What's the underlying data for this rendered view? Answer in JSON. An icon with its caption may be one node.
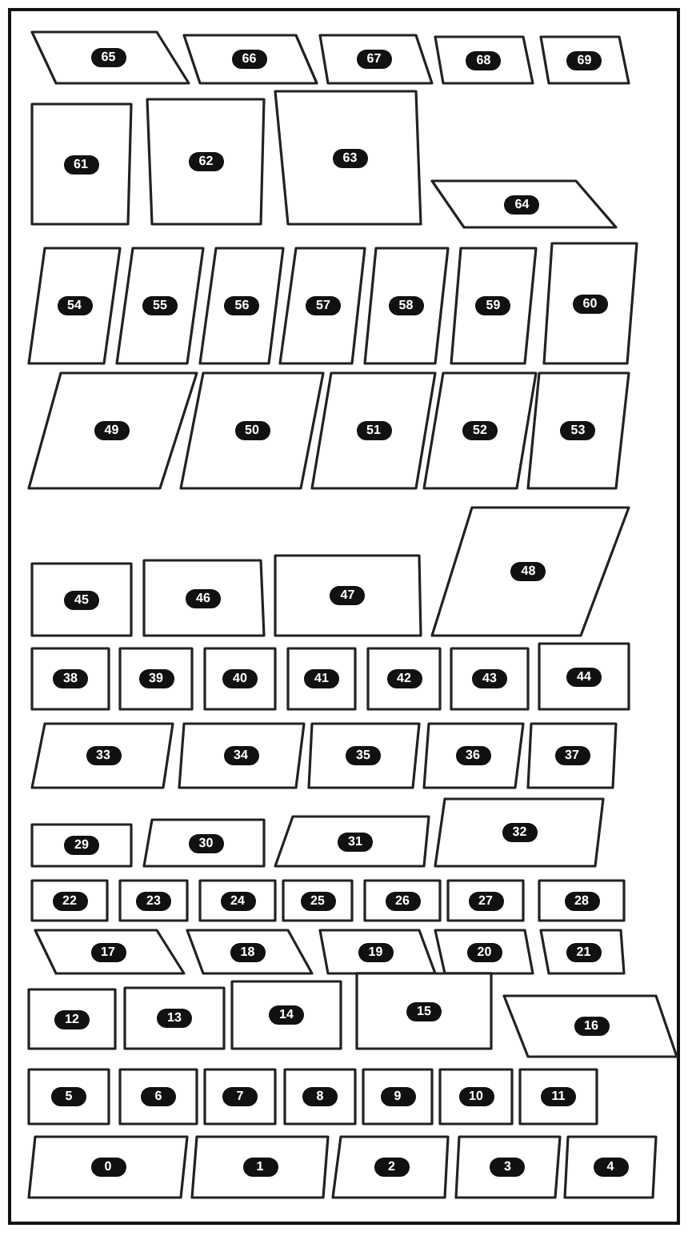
{
  "diagram": {
    "nodes": [
      {
        "text": [
          "65"
        ]
      },
      {
        "text": [
          "66"
        ]
      },
      {
        "text": [
          "67"
        ]
      },
      {
        "text": [
          "68"
        ]
      },
      {
        "text": [
          "69"
        ]
      },
      {
        "text": [
          "61"
        ]
      },
      {
        "text": [
          "62"
        ]
      },
      {
        "text": [
          "63"
        ]
      },
      {
        "text": [
          "64"
        ]
      },
      {
        "text": [
          "54"
        ]
      },
      {
        "text": [
          "55"
        ]
      },
      {
        "text": [
          "56"
        ]
      },
      {
        "text": [
          "57"
        ]
      },
      {
        "text": [
          "58"
        ]
      },
      {
        "text": [
          "59"
        ]
      },
      {
        "text": [
          "60"
        ]
      },
      {
        "text": [
          "49"
        ]
      },
      {
        "text": [
          "50"
        ]
      },
      {
        "text": [
          "51"
        ]
      },
      {
        "text": [
          "52"
        ]
      },
      {
        "text": [
          "53"
        ]
      },
      {
        "text": [
          "45"
        ]
      },
      {
        "text": [
          "46"
        ]
      },
      {
        "text": [
          "47"
        ]
      },
      {
        "text": [
          "48"
        ]
      },
      {
        "text": [
          "38"
        ]
      },
      {
        "text": [
          "39"
        ]
      },
      {
        "text": [
          "40"
        ]
      },
      {
        "text": [
          "41"
        ]
      },
      {
        "text": [
          "42"
        ]
      },
      {
        "text": [
          "43"
        ]
      },
      {
        "text": [
          "44"
        ]
      },
      {
        "text": [
          "33"
        ]
      },
      {
        "text": [
          "34"
        ]
      },
      {
        "text": [
          "35"
        ]
      },
      {
        "text": [
          "36"
        ]
      },
      {
        "text": [
          "37"
        ]
      },
      {
        "text": [
          "29"
        ]
      },
      {
        "text": [
          "30"
        ]
      },
      {
        "text": [
          "31"
        ]
      },
      {
        "text": [
          "32"
        ]
      },
      {
        "text": [
          "22"
        ]
      },
      {
        "text": [
          "23"
        ]
      },
      {
        "text": [
          "24"
        ]
      },
      {
        "text": [
          "25"
        ]
      },
      {
        "text": [
          "26"
        ]
      },
      {
        "text": [
          "27"
        ]
      },
      {
        "text": [
          "28"
        ]
      },
      {
        "text": [
          "17"
        ]
      },
      {
        "text": [
          "18"
        ]
      },
      {
        "text": [
          "19"
        ]
      },
      {
        "text": [
          "20"
        ]
      },
      {
        "text": [
          "21"
        ]
      },
      {
        "text": [
          "12"
        ]
      },
      {
        "text": [
          "13"
        ]
      },
      {
        "text": [
          "14"
        ]
      },
      {
        "text": [
          "15"
        ]
      },
      {
        "text": [
          "16"
        ]
      },
      {
        "text": [
          "5"
        ]
      },
      {
        "text": [
          "6"
        ]
      },
      {
        "text": [
          "7"
        ]
      },
      {
        "text": [
          "8"
        ]
      },
      {
        "text": [
          "9"
        ]
      },
      {
        "text": [
          "10"
        ]
      },
      {
        "text": [
          "11"
        ]
      },
      {
        "text": [
          "0"
        ]
      },
      {
        "text": [
          "1"
        ]
      },
      {
        "text": [
          "2"
        ]
      },
      {
        "text": [
          "3"
        ]
      },
      {
        "text": [
          "4"
        ]
      }
    ]
  }
}
